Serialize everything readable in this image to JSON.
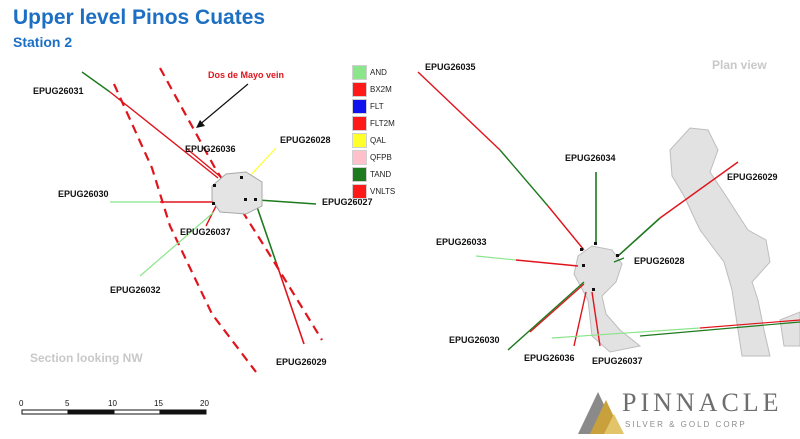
{
  "title": "Upper level Pinos Cuates",
  "subtitle": "Station 2",
  "annotation": "Dos de Mayo vein",
  "section_label": "Section looking NW",
  "plan_label": "Plan view",
  "legend": [
    {
      "code": "AND",
      "color": "#8be58b"
    },
    {
      "code": "BX2M",
      "color": "#ff1a1a"
    },
    {
      "code": "FLT",
      "color": "#1212ee"
    },
    {
      "code": "FLT2M",
      "color": "#ff1a1a"
    },
    {
      "code": "QAL",
      "color": "#ffff2a"
    },
    {
      "code": "QFPB",
      "color": "#ffc0cb"
    },
    {
      "code": "TAND",
      "color": "#1e7a1e"
    },
    {
      "code": "VNLTS",
      "color": "#ff1a1a"
    }
  ],
  "section_holes": {
    "h31": "EPUG26031",
    "h36": "EPUG26036",
    "h28": "EPUG26028",
    "h30": "EPUG26030",
    "h27": "EPUG26027",
    "h37": "EPUG26037",
    "h32": "EPUG26032",
    "h29": "EPUG26029"
  },
  "plan_holes": {
    "h35": "EPUG26035",
    "h34": "EPUG26034",
    "h29": "EPUG26029",
    "h33": "EPUG26033",
    "h28": "EPUG26028",
    "h30": "EPUG26030",
    "h36": "EPUG26036",
    "h37": "EPUG26037"
  },
  "scale_bar": {
    "ticks": [
      "0",
      "5",
      "10",
      "15",
      "20"
    ]
  },
  "brand": {
    "name": "PINNACLE",
    "tagline": "SILVER & GOLD CORP"
  },
  "colors": {
    "title": "#1d6fc4",
    "vein": "#e0141c",
    "drill_green": "#1e7a1e",
    "logo_gold": "#c9a13c"
  }
}
